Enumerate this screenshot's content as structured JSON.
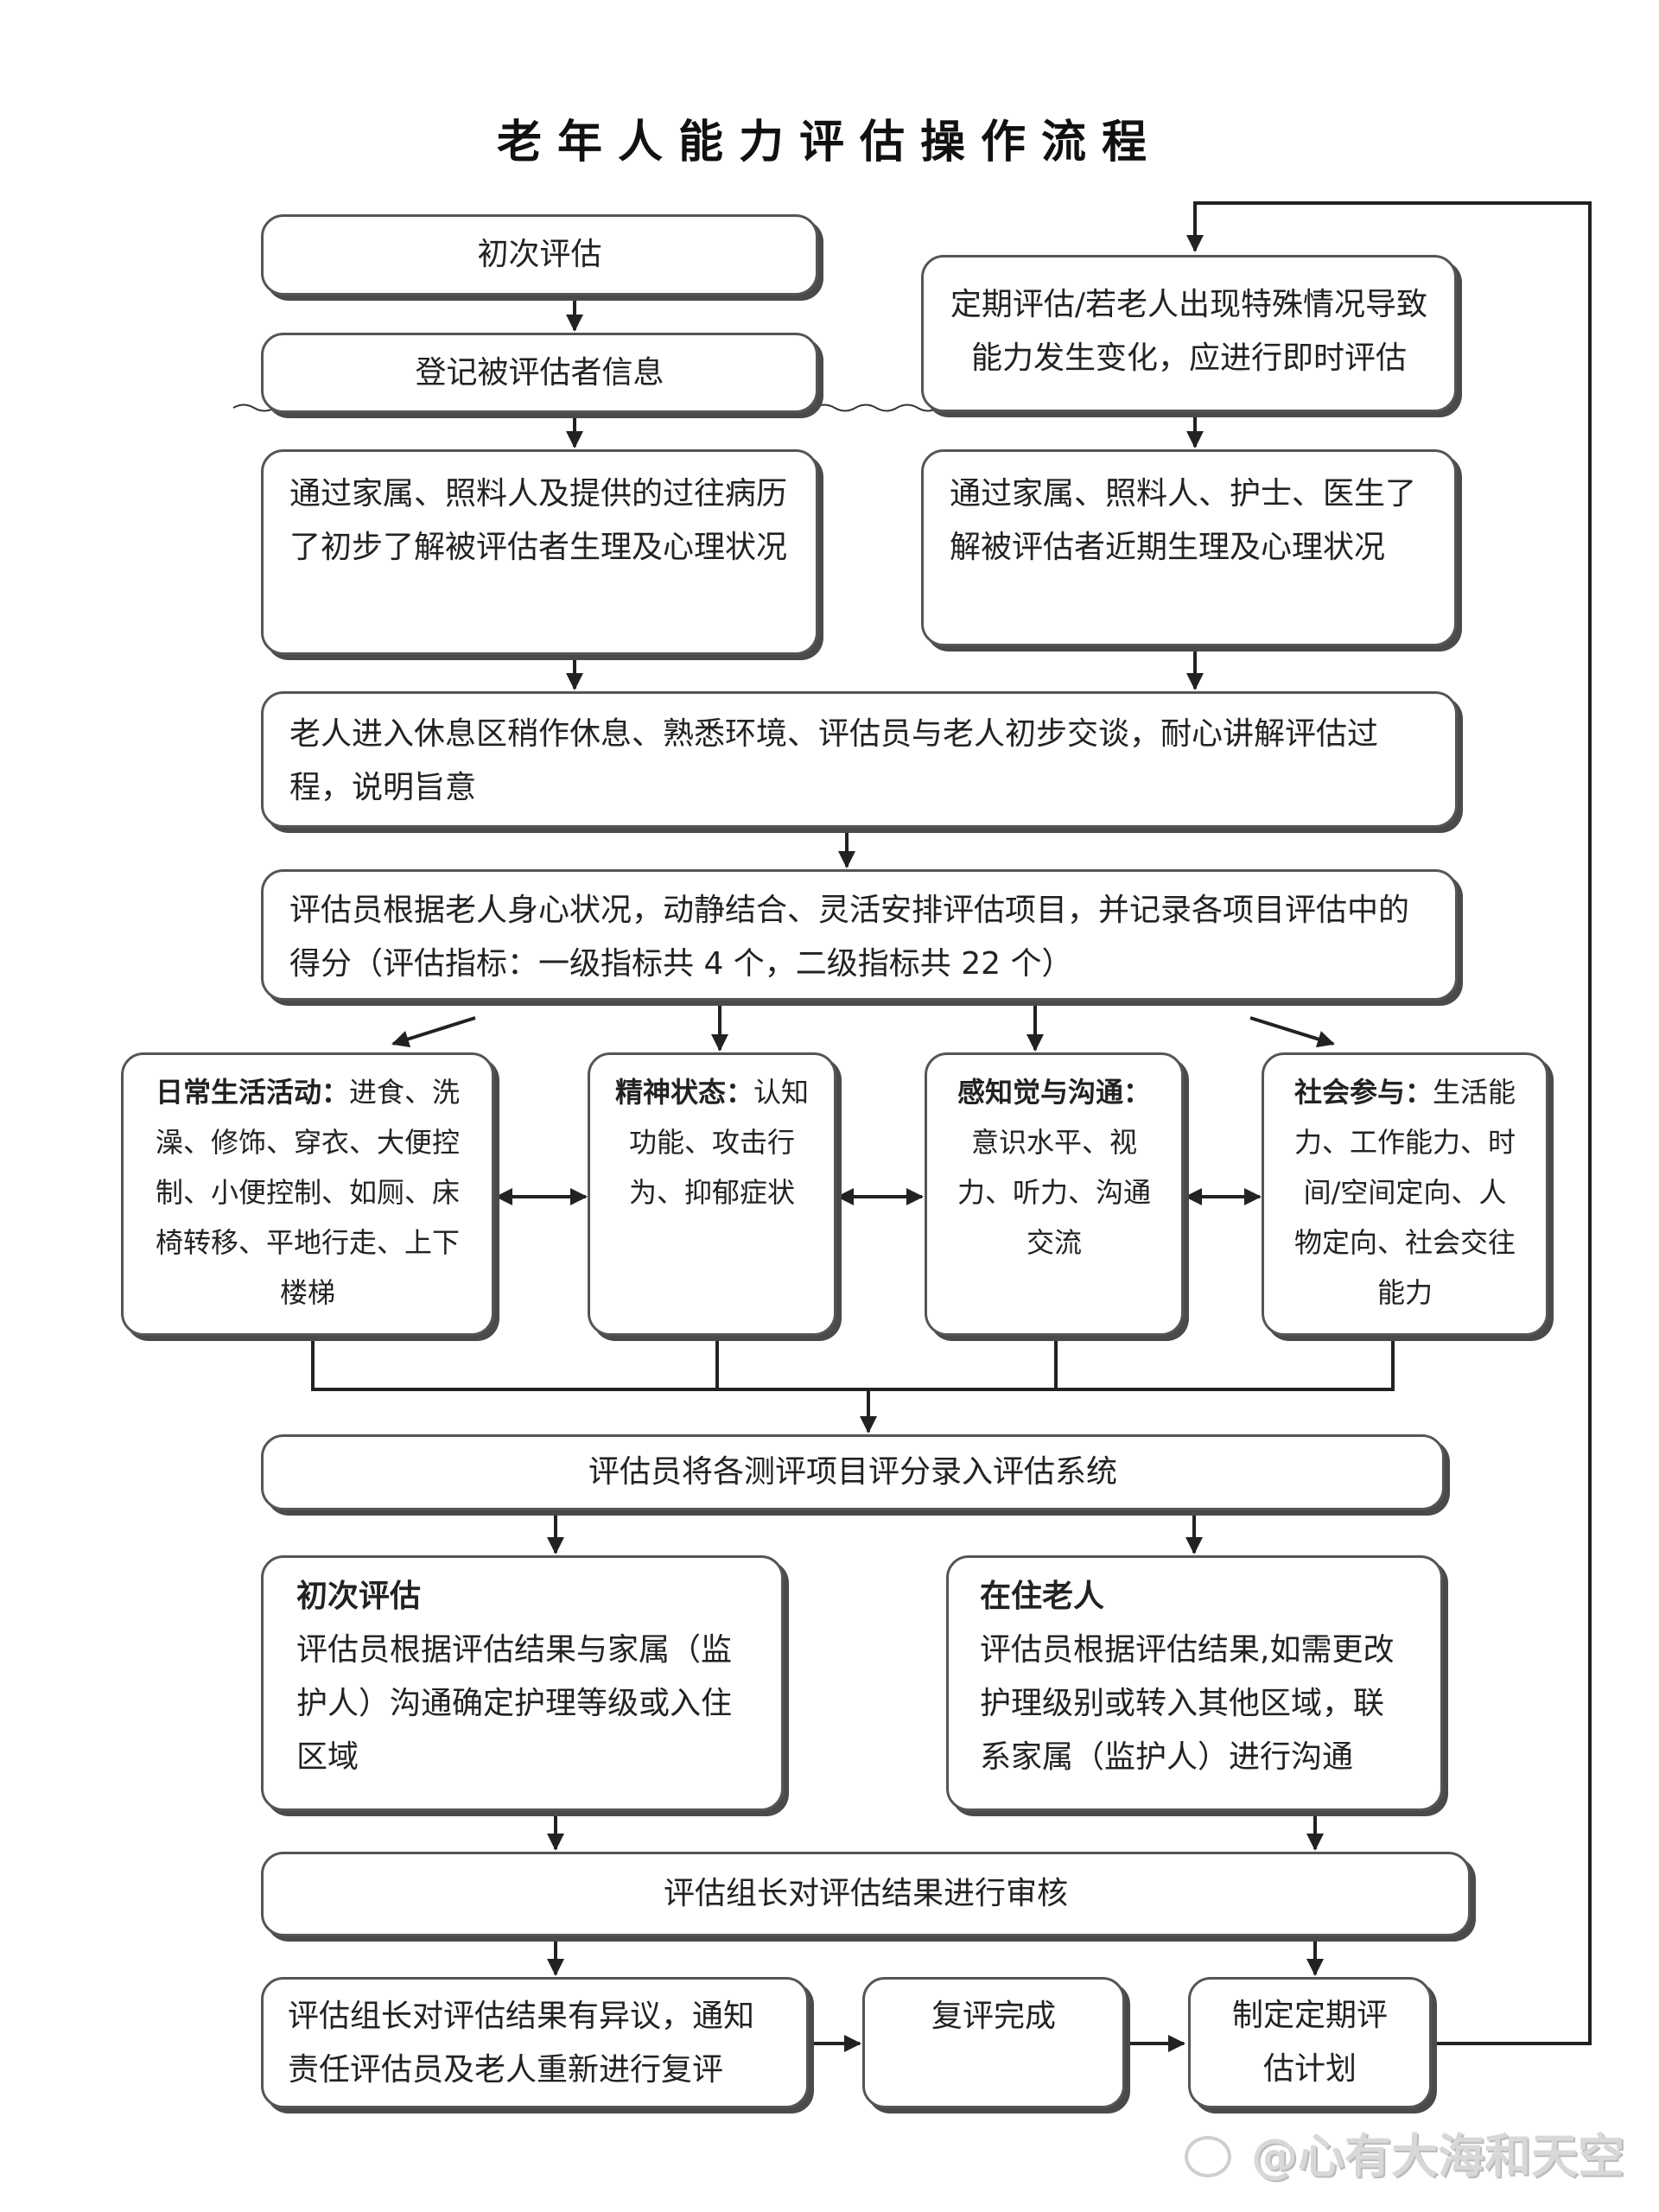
{
  "title": "老年人能力评估操作流程",
  "left_column": {
    "initial": "初次评估",
    "register": "登记被评估者信息",
    "understand": "通过家属、照料人及提供的过往病历了初步了解被评估者生理及心理状况"
  },
  "right_column": {
    "periodic": "定期评估/若老人出现特殊情况导致能力发生变化，应进行即时评估",
    "understand": "通过家属、照料人、护士、医生了解被评估者近期生理及心理状况"
  },
  "rest_step": "老人进入休息区稍作休息、熟悉环境、评估员与老人初步交谈，耐心讲解评估过程，说明旨意",
  "assess_step": "评估员根据老人身心状况，动静结合、灵活安排评估项目，并记录各项目评估中的得分（评估指标：一级指标共 4 个，二级指标共 22 个）",
  "indicators": [
    {
      "title": "日常生活活动：",
      "text": "进食、洗澡、修饰、穿衣、大便控制、小便控制、如厕、床椅转移、平地行走、上下楼梯"
    },
    {
      "title": "精神状态：",
      "text": "认知功能、攻击行为、抑郁症状"
    },
    {
      "title": "感知觉与沟通：",
      "text": "意识水平、视力、听力、沟通交流"
    },
    {
      "title": "社会参与：",
      "text": "生活能力、工作能力、时间/空间定向、人物定向、社会交往能力"
    }
  ],
  "entry_step": "评估员将各测评项目评分录入评估系统",
  "result_first": {
    "title": "初次评估",
    "text": "评估员根据评估结果与家属（监护人）沟通确定护理等级或入住区域"
  },
  "result_resident": {
    "title": "在住老人",
    "text": "评估员根据评估结果,如需更改护理级别或转入其他区域，联系家属（监护人）进行沟通"
  },
  "review_step": "评估组长对评估结果进行审核",
  "bottom": {
    "objection": "评估组长对评估结果有异议，通知责任评估员及老人重新进行复评",
    "complete": "复评完成",
    "plan": "制定定期评估计划"
  },
  "watermark": "@心有大海和天空"
}
